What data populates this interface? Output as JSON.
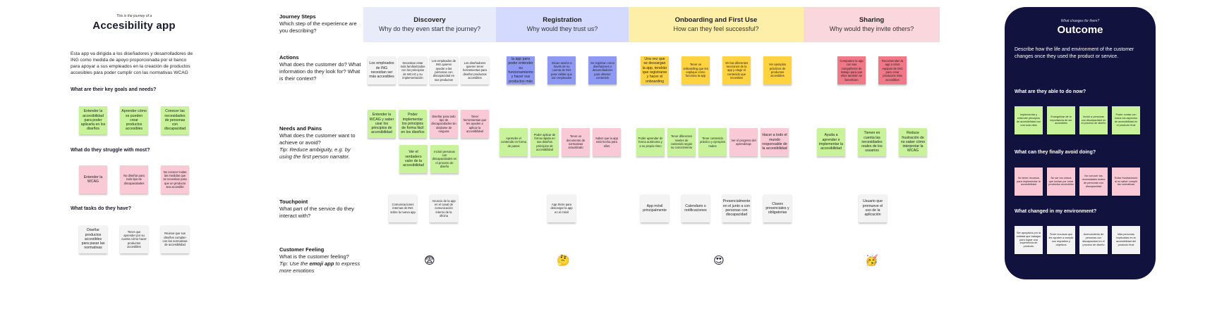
{
  "persona": {
    "subtitle": "This is the journey of a",
    "title": "Accesibility app",
    "description": "Esta app va dirigida a los diseñadores y desarrolladores de ING como medida de apoyo proporcionada por el banco para apoyar a sus empleados en la creación de productos accesibles para poder cumplir con las normativas WCAG",
    "goals_q": "What are their key goals and needs?",
    "goals": [
      "Entender la accesibilidad para poder aplicarla en los diseños",
      "Aprender cómo se pueden crear productos accesibles",
      "Conocer las necesidades de personas con discapacidad"
    ],
    "struggles_q": "What do they struggle with most?",
    "struggles": [
      "Entender la WCAG",
      "No diseñar para todo tipo de discapacidades",
      "No conocer todas las medidas que se necesitan para que un producto sea accesible"
    ],
    "tasks_q": "What tasks do they have?",
    "tasks": [
      "Diseñar productos accesibles para pasar las normativas",
      "Tener que aprender por su cuenta cómo hacer productos accesibles",
      "Revisar que sus diseños cumplan con las normativas de accesibilidad"
    ]
  },
  "rows": {
    "steps": {
      "title": "Journey Steps",
      "desc": "Which step of the experience are you describing?"
    },
    "actions": {
      "title": "Actions",
      "desc": "What does the customer do? What information do they look for? What is their context?"
    },
    "needs": {
      "title": "Needs and Pains",
      "desc": "What does the customer want to achieve or avoid?",
      "tip": "Tip: Reduce ambiguity, e.g. by using the first person narrator."
    },
    "touch": {
      "title": "Touchpoint",
      "desc": "What part of the service do they interact with?"
    },
    "feeling": {
      "title": "Customer Feeling",
      "desc": "What is the customer feeling?",
      "tip_pre": "Tip: Use the ",
      "tip_bold": "emoji app",
      "tip_post": " to express more emotions"
    }
  },
  "stages": [
    {
      "name": "Discovery",
      "question": "Why do they even start the journey?",
      "color": "#e8ebfa"
    },
    {
      "name": "Registration",
      "question": "Why would they trust us?",
      "color": "#d4dafd"
    },
    {
      "name": "Onboarding and First Use",
      "question": "How can they feel successful?",
      "color": "#fdeea8"
    },
    {
      "name": "Sharing",
      "question": "Why would they invite others?",
      "color": "#fad6dd"
    }
  ],
  "actions": {
    "discovery": [
      "Los empleados de ING necesitan ser más accesibles",
      "Necesitan estar más familiarizados con los principios de WCAG y su implementación",
      "Los empleados de ING quieren ayudar a las personas con discapacidad en sus productos",
      "Los diseñadores quieren tener herramientas para diseñar productos accesibles"
    ],
    "registration": [
      "Se descargan la app para poder entender su funcionamiento y hacer sus productos más accesibles",
      "Inician sesión a través de su cuenta de ING para validar que son empleados",
      "Se registran como diseñadores o desarrolladores para obtener contenido"
    ],
    "onboarding": [
      "Una vez que se descargan la app, tendrán que registrarse y hacer el onboarding",
      "Tener un onboarding que les explique cómo funciona la app",
      "Ver las diferentes secciones de la app y elegir el contenido que necesitan",
      "Ver ejemplos prácticos de productos accesibles"
    ],
    "sharing": [
      "Comparten la app con sus compañeros de trabajo para que ellos también se beneficien",
      "Recomiendan la app a otros equipos de ING para crear productos más accesibles"
    ]
  },
  "needs": {
    "discovery_top": [
      "Entender la WCAG y saber usar los principios de accesibilidad",
      "Poder implementar los principios de forma fácil en los diseños",
      "Diseñar para todo tipo de discapacidades sin olvidarse de ninguna",
      "Tener herramientas que les ayuden a aplicar la accesibilidad"
    ],
    "discovery_bottom": [
      "Ver el verdadero valor de la accesibilidad",
      "Incluir personas con discapacidades en el proceso de diseño"
    ],
    "registration": [
      "Aprender el contenido en forma de pasos",
      "Poder aplicar de forma rápida en sus diseños principios de accesibilidad",
      "Tener un documento de normativas actualizado",
      "Saber que la app está hecha para ellos"
    ],
    "onboarding": [
      "Poder aprender de forma autónoma y a su propio ritmo",
      "Tener diferentes niveles de contenido según su conocimiento",
      "Tener contenido práctico y ejemplos reales",
      "Ver el progreso del aprendizaje",
      "Hacer a todo el mundo responsable de la accesibilidad"
    ],
    "sharing": [
      "Ayuda a aprender e implementar la accesibilidad",
      "Tienen en cuenta las necesidades reales de los usuarios",
      "Reduce frustración de no saber cómo interpretar la WCAG"
    ]
  },
  "touch": {
    "discovery": [
      "Comunicaciones internas de ING sobre la nueva app",
      "Anuncio de la app en el canal de comunicación interno de la oficina"
    ],
    "registration": [
      "App Store para descargar la app en el móvil"
    ],
    "onboarding": [
      "App móvil principalmente",
      "Calendario o notificaciones",
      "Presencialmente en el junto a con personas con discapacidad",
      "Clases presenciales y obligatorias"
    ],
    "sharing": [
      "Usuario que promueve el uso de la aplicación"
    ]
  },
  "feelings": [
    "😨",
    "🤔",
    "😍",
    "🥳"
  ],
  "outcome": {
    "subtitle": "What changes for them?",
    "title": "Outcome",
    "description": "Describe how the life and environment of the customer changes once they used the product or service.",
    "able_q": "What are they able to do now?",
    "able": [
      "Implementar y entender principios de accesibilidad con una sola vista",
      "Evangelizar de la importancia de ser accesibles",
      "Incluir a personas con discapacidad en el proceso de diseño",
      "Poder contar con todos los aspectos de accesibilidad en el producto final"
    ],
    "avoid_q": "What can they finally avoid doing?",
    "avoid": [
      "No tener recursos para implementar la accesibilidad",
      "No ser los únicos que luchan por crear productos accesibles",
      "No conocer las necesidades reales de personas con discapacidad",
      "Evitar frustraciones al no saber cumplir las normativas"
    ],
    "env_q": "What changed in my environment?",
    "env": [
      "Ser apoyados por la entidad que trabajan para lograr una experiencia de producto",
      "Tener recursos que les ayuden a cumplir sus requisitos y objetivos",
      "Acercamiento de personas con discapacidad en el proceso de diseño",
      "Más personas implicadas en la accesibilidad del producto final"
    ]
  }
}
